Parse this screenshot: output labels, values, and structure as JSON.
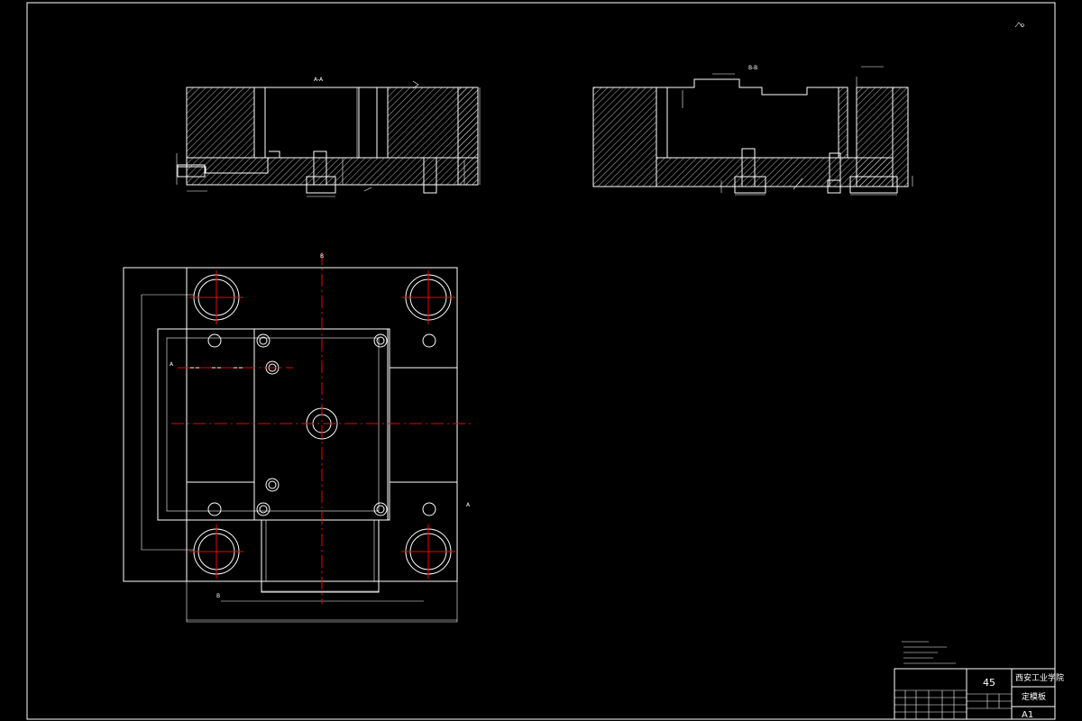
{
  "sections": {
    "aa_label": "A-A",
    "bb_label": "B-B"
  },
  "plan": {
    "cut_a": "A",
    "cut_b": "B"
  },
  "title_block": {
    "material": "45",
    "school": "西安工业学院",
    "part_name": "定模板",
    "sheet_size": "A1"
  },
  "colors": {
    "background": "#000000",
    "lines": "#ffffff",
    "centerlines": "#e00000"
  }
}
